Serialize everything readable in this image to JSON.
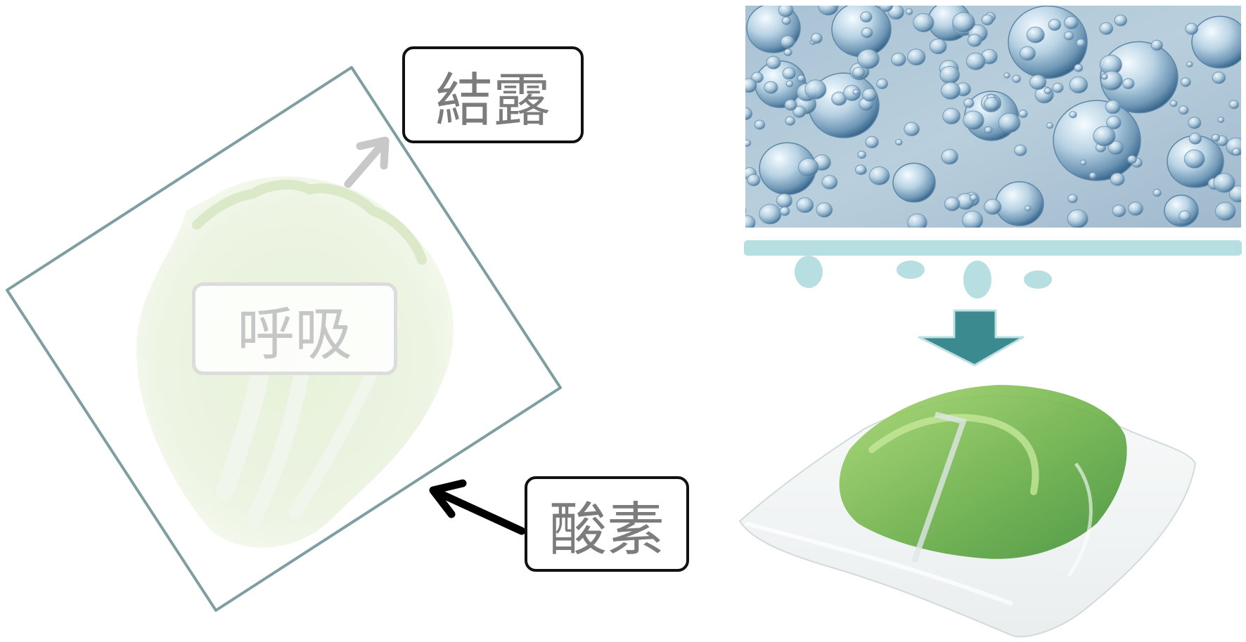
{
  "labels": {
    "condensation": "結露",
    "respiration": "呼吸",
    "oxygen": "酸素"
  },
  "colors": {
    "frame_outline": "#7f9ea2",
    "arrow_down": "#3a8a8f",
    "drip_bar": "#b7dee0",
    "drop_blue": "#8fb4cc",
    "lettuce_green": "#8fc46a",
    "oxygen_arrow": "#000000",
    "condensation_arrow": "#c8c8c8"
  },
  "icons": {
    "water_droplets_photo": "water-droplets-image",
    "bagged_lettuce_photo": "bagged-lettuce-image",
    "lettuce_photo": "lettuce-image",
    "down_arrow": "down-arrow-icon"
  }
}
